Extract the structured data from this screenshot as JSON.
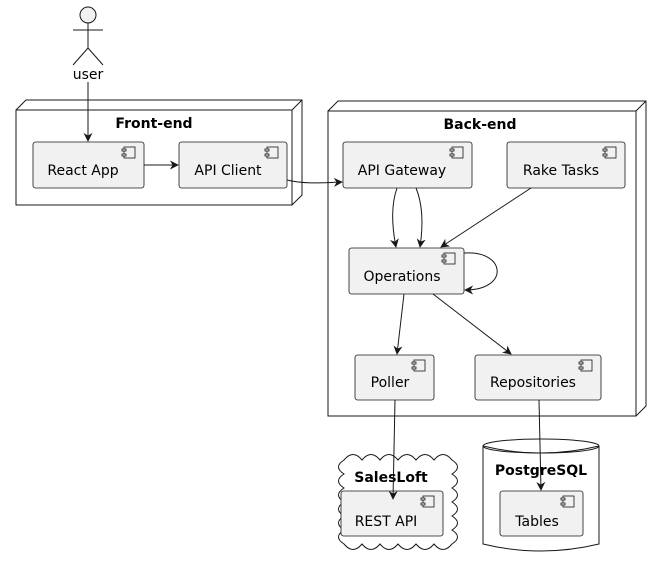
{
  "actor": {
    "label": "user"
  },
  "groups": {
    "frontend": "Front-end",
    "backend": "Back-end",
    "salesloft": "SalesLoft",
    "postgresql": "PostgreSQL"
  },
  "components": {
    "react_app": "React App",
    "api_client": "API Client",
    "api_gateway": "API Gateway",
    "rake_tasks": "Rake Tasks",
    "operations": "Operations",
    "poller": "Poller",
    "repositories": "Repositories",
    "rest_api": "REST API",
    "tables": "Tables"
  },
  "colors": {
    "component_fill": "#f1f1f1",
    "stroke": "#181818",
    "background": "#ffffff"
  },
  "edges": [
    [
      "user",
      "react_app"
    ],
    [
      "react_app",
      "api_client"
    ],
    [
      "api_client",
      "api_gateway"
    ],
    [
      "api_gateway",
      "operations"
    ],
    [
      "api_gateway",
      "operations"
    ],
    [
      "rake_tasks",
      "operations"
    ],
    [
      "operations",
      "operations"
    ],
    [
      "operations",
      "poller"
    ],
    [
      "operations",
      "repositories"
    ],
    [
      "poller",
      "rest_api"
    ],
    [
      "repositories",
      "tables"
    ]
  ]
}
